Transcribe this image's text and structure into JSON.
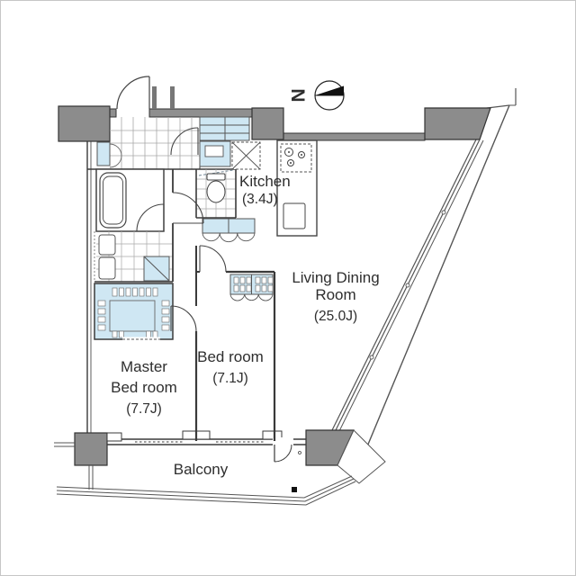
{
  "meta": {
    "type": "apartment-floor-plan",
    "shape": "trapezoid-with-diagonal-window-wall"
  },
  "labels": {
    "kitchen_name": "Kitchen",
    "kitchen_area": "(3.4J)",
    "living_line1": "Living Dining",
    "living_line2": "Room",
    "living_area": "(25.0J)",
    "bedroom_name": "Bed room",
    "bedroom_area": "(7.1J)",
    "master_line1": "Master",
    "master_line2": "Bed room",
    "master_area": "(7.7J)",
    "balcony_name": "Balcony",
    "compass": "N"
  },
  "rooms": [
    {
      "name": "Kitchen",
      "size": "3.4J"
    },
    {
      "name": "Living Dining Room",
      "size": "25.0J"
    },
    {
      "name": "Bed room",
      "size": "7.1J"
    },
    {
      "name": "Master Bed room",
      "size": "7.7J"
    },
    {
      "name": "Balcony",
      "size": ""
    }
  ],
  "fixtures": [
    "bathtub",
    "toilet",
    "washing-machine",
    "vanity",
    "gas-stove",
    "kitchen-sink",
    "walk-in-closet",
    "bedroom-closet",
    "hall-closet",
    "shoe-cabinet",
    "pipe-shaft-x",
    "entrance-door",
    "balcony-door",
    "north-arrow"
  ],
  "colors": {
    "fixture_blue": "#cfe7f3",
    "column_gray": "#8c8c8c",
    "wall_gray": "#8f8f8f",
    "wall_line": "#3a3a3a",
    "thin_line": "#555555",
    "tile_line": "#a8a8a8",
    "text": "#2e2e2e",
    "frame": "#c6c6c6",
    "background": "#ffffff"
  }
}
